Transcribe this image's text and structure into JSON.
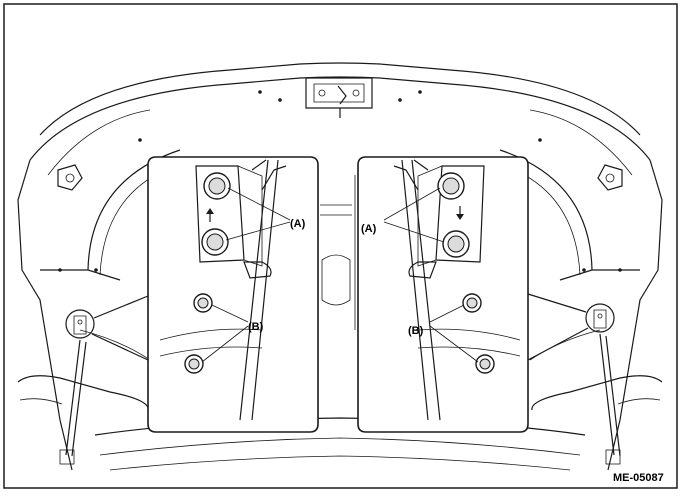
{
  "diagram": {
    "callouts": {
      "left_A": "(A)",
      "left_B": "(B)",
      "right_A": "(A)",
      "right_B": "(B)"
    },
    "figure_code": "ME-05087"
  }
}
